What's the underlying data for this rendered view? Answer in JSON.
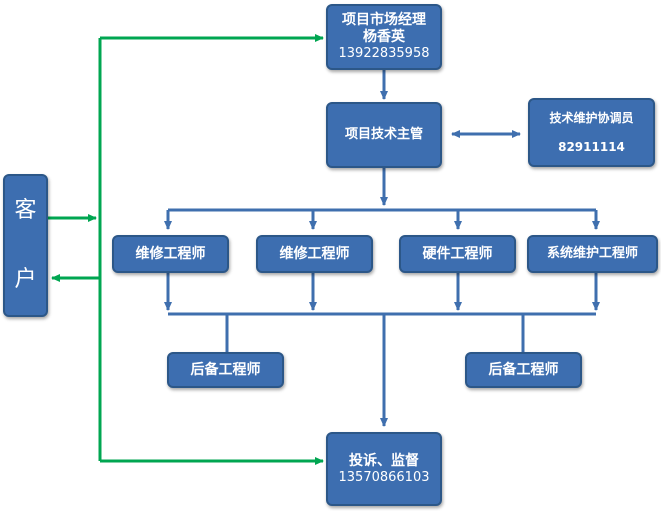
{
  "colors": {
    "node_fill": "#3d6eb0",
    "node_border": "#2c5788",
    "blue_connector": "#3f6fae",
    "green_connector": "#00a651"
  },
  "client": {
    "line1": "客",
    "line2": "户"
  },
  "manager": {
    "title": "项目市场经理",
    "name": "杨香英",
    "phone": "13922835958"
  },
  "tech_lead": {
    "title": "项目技术主管"
  },
  "coordinator": {
    "title": "技术维护协调员",
    "phone": "82911114"
  },
  "engineers": [
    {
      "title": "维修工程师"
    },
    {
      "title": "维修工程师"
    },
    {
      "title": "硬件工程师"
    },
    {
      "title": "系统维护工程师"
    }
  ],
  "backups": [
    {
      "title": "后备工程师"
    },
    {
      "title": "后备工程师"
    }
  ],
  "complaint": {
    "title": "投诉、监督",
    "phone": "13570866103"
  }
}
